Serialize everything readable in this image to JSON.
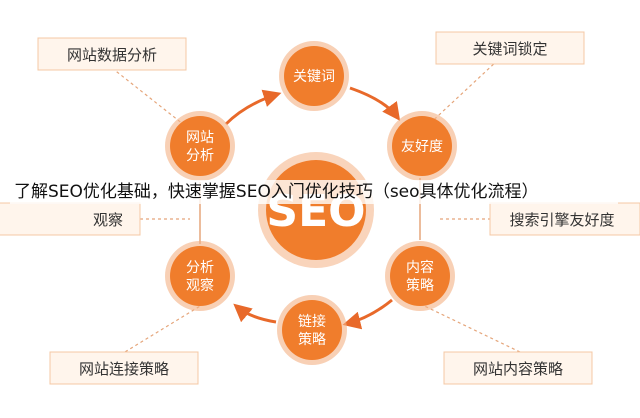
{
  "colors": {
    "node": "#f07d2c",
    "node_shadow": "#f4b184",
    "arrow": "#e8692a",
    "box_fill": "#fff5ec",
    "box_border": "#f4c8a4",
    "line": "#e5a57a"
  },
  "hub": {
    "label": "SEO"
  },
  "nodes": [
    {
      "lines": [
        "关键词"
      ]
    },
    {
      "lines": [
        "友好度"
      ]
    },
    {
      "lines": [
        "内容",
        "策略"
      ]
    },
    {
      "lines": [
        "链接",
        "策略"
      ]
    },
    {
      "lines": [
        "分析",
        "观察"
      ]
    },
    {
      "lines": [
        "网站",
        "分析"
      ]
    }
  ],
  "boxes": {
    "top_left": "网站数据分析",
    "top_right": "关键词锁定",
    "mid_left": "观察",
    "mid_right": "搜索引擎友好度",
    "bottom_left": "网站连接策略",
    "bottom_right": "网站内容策略"
  },
  "overlay_title": "了解SEO优化基础，快速掌握SEO入门优化技巧（seo具体优化流程）"
}
